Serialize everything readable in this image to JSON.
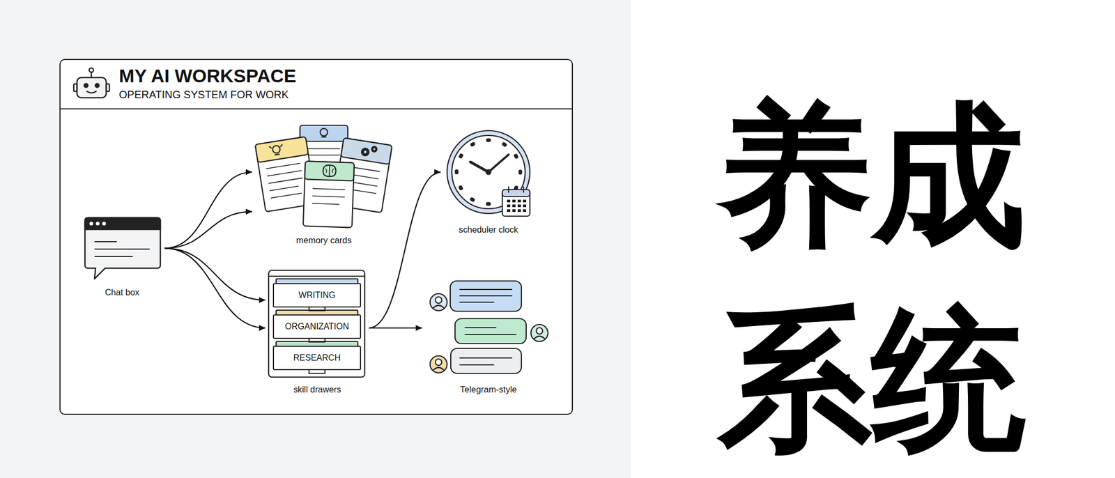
{
  "diagram": {
    "nodes": [
      {
        "text": [
          "MY AI WORKSPACE",
          "OPERATING SYSTEM FOR WORK"
        ]
      },
      {
        "text": [
          "Chat box"
        ],
        "in": 0
      },
      {
        "text": [
          "memory cards"
        ],
        "in": 0
      },
      {
        "text": [
          "scheduler clock"
        ],
        "in": 0
      },
      {
        "text": [
          "skill drawers"
        ],
        "in": 0
      },
      {
        "text": [
          "WRITING"
        ],
        "in": 4
      },
      {
        "text": [
          "ORGANIZATION"
        ],
        "in": 4
      },
      {
        "text": [
          "RESEARCH"
        ],
        "in": 4
      },
      {
        "text": [
          "Telegram-style"
        ],
        "in": 0
      }
    ],
    "edges": [
      {
        "from": 1,
        "to": 2,
        "arrow": "to"
      },
      {
        "from": 1,
        "to": 2,
        "arrow": "to"
      },
      {
        "from": 1,
        "to": 4,
        "arrow": "to"
      },
      {
        "from": 1,
        "to": 4,
        "arrow": "to"
      },
      {
        "from": 4,
        "to": 3,
        "arrow": "to"
      },
      {
        "from": 4,
        "to": 8,
        "arrow": "to"
      }
    ],
    "labels": [
      "养成 系统"
    ]
  }
}
